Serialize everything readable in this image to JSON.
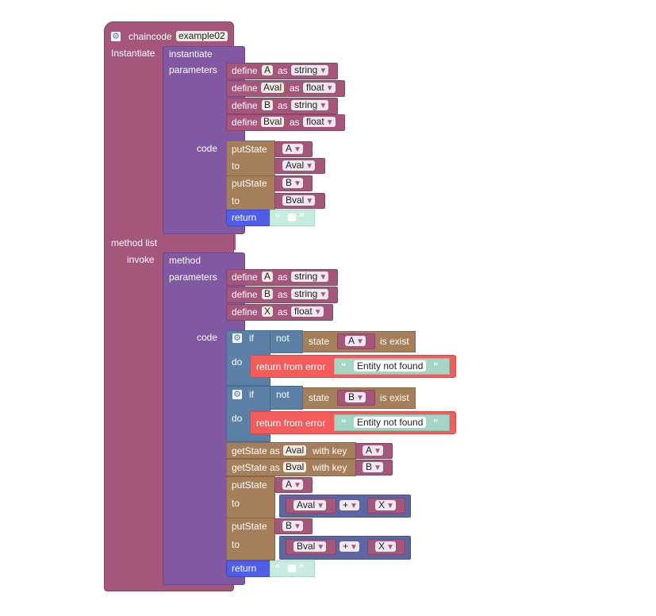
{
  "chaincode": {
    "label": "chaincode",
    "name": "example02"
  },
  "sections": {
    "instantiate": "Instantiate",
    "method_list": "method list",
    "invoke": "invoke",
    "code": "code",
    "parameters": "parameters"
  },
  "instantiate": {
    "header": "instantiate",
    "params": [
      {
        "kw": "define",
        "name": "A",
        "as": "as",
        "type": "string"
      },
      {
        "kw": "define",
        "name": "Aval",
        "as": "as",
        "type": "float"
      },
      {
        "kw": "define",
        "name": "B",
        "as": "as",
        "type": "string"
      },
      {
        "kw": "define",
        "name": "Bval",
        "as": "as",
        "type": "float"
      }
    ],
    "code": {
      "put1": {
        "kw": "putState",
        "to": "to",
        "key": "A",
        "val": "Aval"
      },
      "put2": {
        "kw": "putState",
        "to": "to",
        "key": "B",
        "val": "Bval"
      },
      "ret": "return"
    }
  },
  "method": {
    "header": "method",
    "params": [
      {
        "kw": "define",
        "name": "A",
        "as": "as",
        "type": "string"
      },
      {
        "kw": "define",
        "name": "B",
        "as": "as",
        "type": "string"
      },
      {
        "kw": "define",
        "name": "X",
        "as": "as",
        "type": "float"
      }
    ],
    "code": {
      "if_kw": "if",
      "do_kw": "do",
      "not_kw": "not",
      "state_kw": "state",
      "is_exist": "is exist",
      "if1_var": "A",
      "if2_var": "B",
      "ret_error": "return from error",
      "error_msg": "Entity not found",
      "get1": {
        "kw": "getState as",
        "var": "Aval",
        "with_key": "with key",
        "key": "A"
      },
      "get2": {
        "kw": "getState as",
        "var": "Bval",
        "with_key": "with key",
        "key": "B"
      },
      "put1": {
        "kw": "putState",
        "to": "to",
        "key": "A",
        "lhs": "Aval",
        "op": "+",
        "rhs": "X"
      },
      "put2": {
        "kw": "putState",
        "to": "to",
        "key": "B",
        "lhs": "Bval",
        "op": "+",
        "rhs": "X"
      },
      "ret": "return"
    }
  },
  "glyphs": {
    "open_quote": "“",
    "close_quote": "”",
    "dropdown_arrow": "▼",
    "gear": "⚙"
  },
  "colors": {
    "main": "#a5577b",
    "purple": "#8159a3",
    "brown": "#a57e5a",
    "blue": "#5b80a5",
    "navy": "#5b67a5",
    "return": "#4f5ee8",
    "error": "#f45b5b",
    "text_block": "#a5d6c4"
  }
}
